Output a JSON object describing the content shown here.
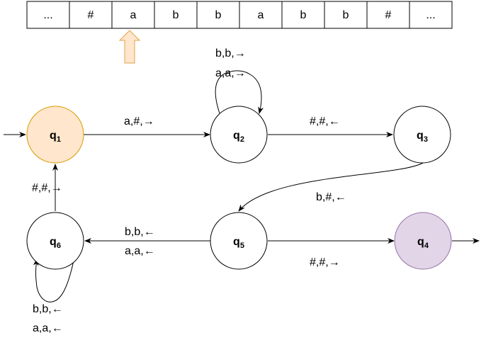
{
  "tape": {
    "cells": [
      "...",
      "#",
      "a",
      "b",
      "b",
      "a",
      "b",
      "b",
      "#",
      "..."
    ],
    "head_index": 2,
    "head_color": "#FFE6CC",
    "head_stroke": "#E3A24A"
  },
  "states": {
    "q1": {
      "base": "q",
      "sub": "1",
      "fill": "#FFE6CC",
      "stroke": "#D79B00",
      "start": true
    },
    "q2": {
      "base": "q",
      "sub": "2",
      "fill": "#FFFFFF",
      "stroke": "#000000"
    },
    "q3": {
      "base": "q",
      "sub": "3",
      "fill": "#FFFFFF",
      "stroke": "#000000"
    },
    "q4": {
      "base": "q",
      "sub": "4",
      "fill": "#E1D5E7",
      "stroke": "#9673A6",
      "accepting": true
    },
    "q5": {
      "base": "q",
      "sub": "5",
      "fill": "#FFFFFF",
      "stroke": "#000000"
    },
    "q6": {
      "base": "q",
      "sub": "6",
      "fill": "#FFFFFF",
      "stroke": "#000000"
    }
  },
  "transitions": [
    {
      "from": "q1",
      "to": "q2",
      "labels": [
        "a,#,→"
      ]
    },
    {
      "from": "q2",
      "to": "q2",
      "labels": [
        "b,b,→",
        "a,a,→"
      ]
    },
    {
      "from": "q2",
      "to": "q3",
      "labels": [
        "#,#,←"
      ]
    },
    {
      "from": "q3",
      "to": "q5",
      "labels": [
        "b,#,←"
      ]
    },
    {
      "from": "q5",
      "to": "q6",
      "labels": [
        "b,b,←",
        "a,a,←"
      ]
    },
    {
      "from": "q5",
      "to": "q4",
      "labels": [
        "#,#,→"
      ]
    },
    {
      "from": "q6",
      "to": "q6",
      "labels": [
        "b,b,←",
        "a,a,←"
      ]
    },
    {
      "from": "q6",
      "to": "q1",
      "labels": [
        "#,#,→"
      ]
    }
  ]
}
